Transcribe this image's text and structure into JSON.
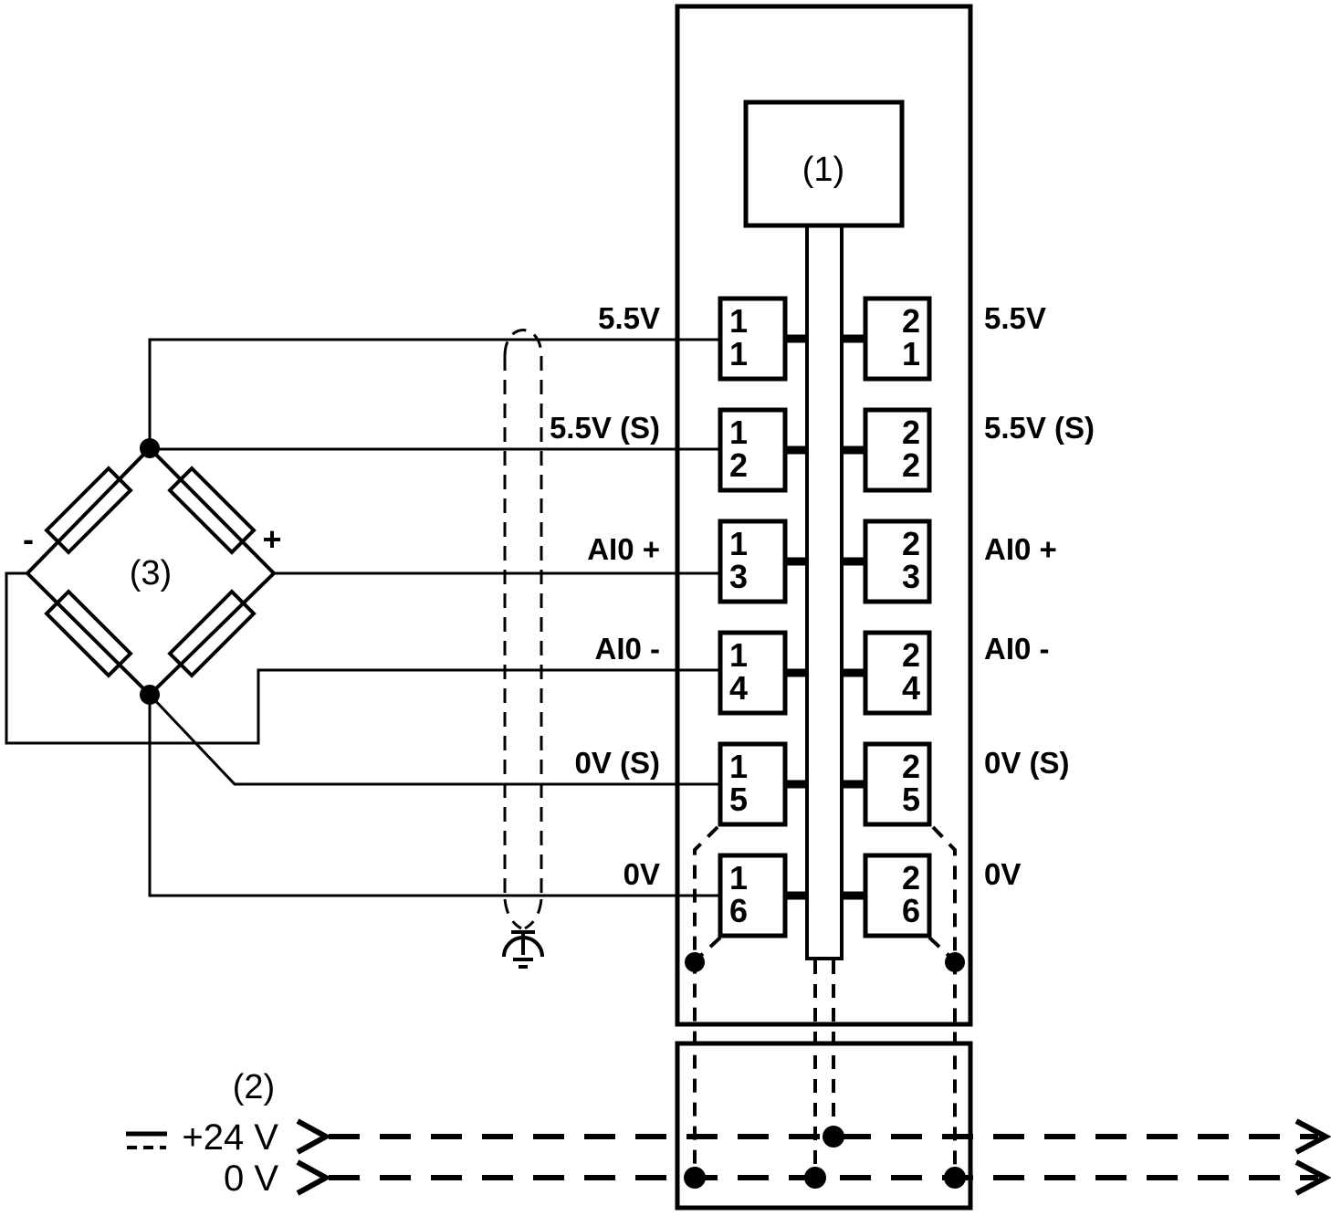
{
  "diagram": {
    "callouts": {
      "module": "(1)",
      "power_supply": "(2)",
      "bridge": "(3)"
    },
    "bridge": {
      "minus_sign": "-",
      "plus_sign": "+"
    },
    "rows": [
      {
        "label": "5.5V",
        "left_top": "1",
        "left_bottom": "1",
        "right_top": "2",
        "right_bottom": "1"
      },
      {
        "label": "5.5V (S)",
        "left_top": "1",
        "left_bottom": "2",
        "right_top": "2",
        "right_bottom": "2"
      },
      {
        "label": "AI0 +",
        "left_top": "1",
        "left_bottom": "3",
        "right_top": "2",
        "right_bottom": "3"
      },
      {
        "label": "AI0 -",
        "left_top": "1",
        "left_bottom": "4",
        "right_top": "2",
        "right_bottom": "4"
      },
      {
        "label": "0V (S)",
        "left_top": "1",
        "left_bottom": "5",
        "right_top": "2",
        "right_bottom": "5"
      },
      {
        "label": "0V",
        "left_top": "1",
        "left_bottom": "6",
        "right_top": "2",
        "right_bottom": "6"
      }
    ],
    "power": {
      "plus_label": "+24 V",
      "zero_label": "0 V"
    },
    "colors": {
      "line": "#000000",
      "background": "#ffffff"
    }
  }
}
